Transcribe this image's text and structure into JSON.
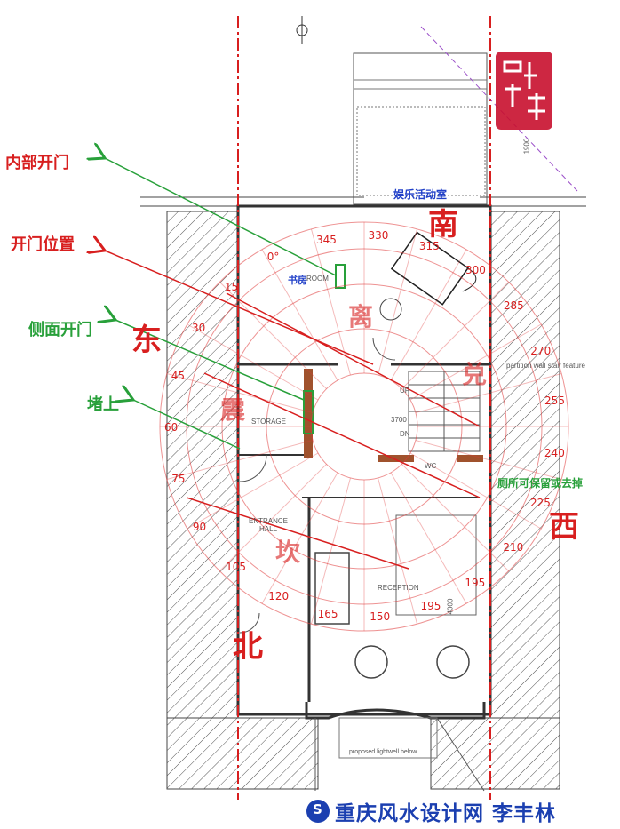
{
  "annotations": {
    "inner_door": "内部开门",
    "door_position": "开门位置",
    "side_door": "侧面开门",
    "block_up": "堵上",
    "toilet_note": "厕所可保留或去掉"
  },
  "rooms": {
    "entertainment": "娱乐活动室",
    "study": "书房",
    "study_en": "ROOM",
    "storage": "STORAGE",
    "entrance_hall": "ENTRANCE\nHALL",
    "reception": "RECEPTION",
    "wc": "WC",
    "up": "UP",
    "dn": "DN",
    "stair_dim": "3700",
    "wall_feature": "partition wall stair feature",
    "lightwell": "proposed lightwell below",
    "dim_1900": "1900",
    "dim_4000": "4000"
  },
  "directions": {
    "south": "南",
    "north": "北",
    "east": "东",
    "west": "西",
    "kan": "坎",
    "li": "离",
    "zhen": "震",
    "dui": "兑"
  },
  "compass_degrees": [
    "195",
    "150",
    "165",
    "120",
    "105",
    "90",
    "75",
    "60",
    "45",
    "30",
    "15",
    "0°",
    "345",
    "330",
    "315",
    "300",
    "285",
    "270",
    "255",
    "240",
    "225",
    "210",
    "195"
  ],
  "seal_text": "李丰林",
  "brand": {
    "name": "重庆风水设计网 李丰林",
    "logo_letter": "S"
  },
  "colors": {
    "red": "#d81f1f",
    "green": "#28a03a",
    "blue": "#1b3fb0",
    "wall": "#333333",
    "hatch": "#555555"
  }
}
